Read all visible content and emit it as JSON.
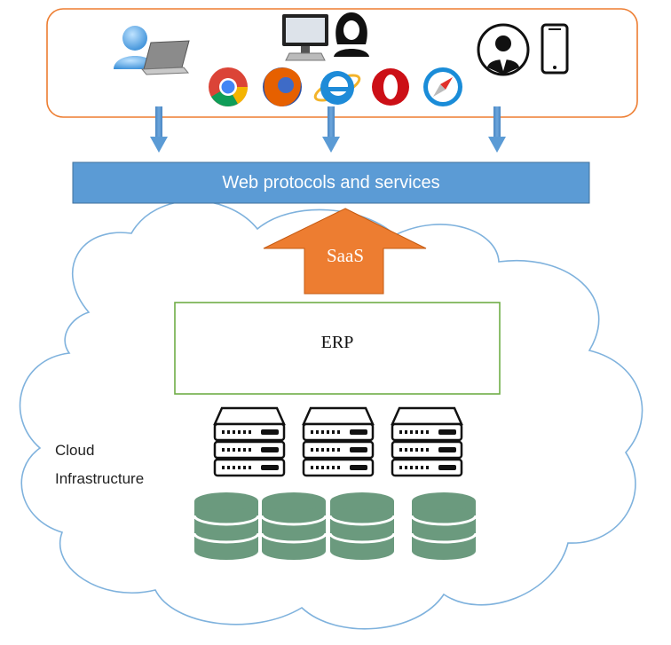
{
  "colors": {
    "client_border": "#ED7D31",
    "bus_fill": "#5B9BD5",
    "bus_stroke": "#41719C",
    "arrow_blue": "#5B9BD5",
    "saas_arrow": "#ED7D31",
    "erp_border": "#70AD47",
    "cloud_stroke": "#7FB2DD",
    "database": "#6B9A7E",
    "server_stroke": "#111111"
  },
  "clients": {
    "icons": [
      "user-laptop-icon",
      "desktop-computer-icon",
      "woman-user-icon",
      "chrome-browser-icon",
      "firefox-browser-icon",
      "internet-explorer-browser-icon",
      "opera-browser-icon",
      "safari-browser-icon",
      "businessman-avatar-icon",
      "smartphone-icon"
    ]
  },
  "bus": {
    "label": "Web protocols and services"
  },
  "saas": {
    "label": "SaaS"
  },
  "erp": {
    "label": "ERP"
  },
  "cloud": {
    "label_line1": "Cloud",
    "label_line2": "Infrastructure"
  },
  "infrastructure": {
    "servers": [
      "server-rack-icon",
      "server-rack-icon",
      "server-rack-icon"
    ],
    "databases": [
      "database-icon",
      "database-icon",
      "database-icon",
      "database-icon"
    ]
  }
}
